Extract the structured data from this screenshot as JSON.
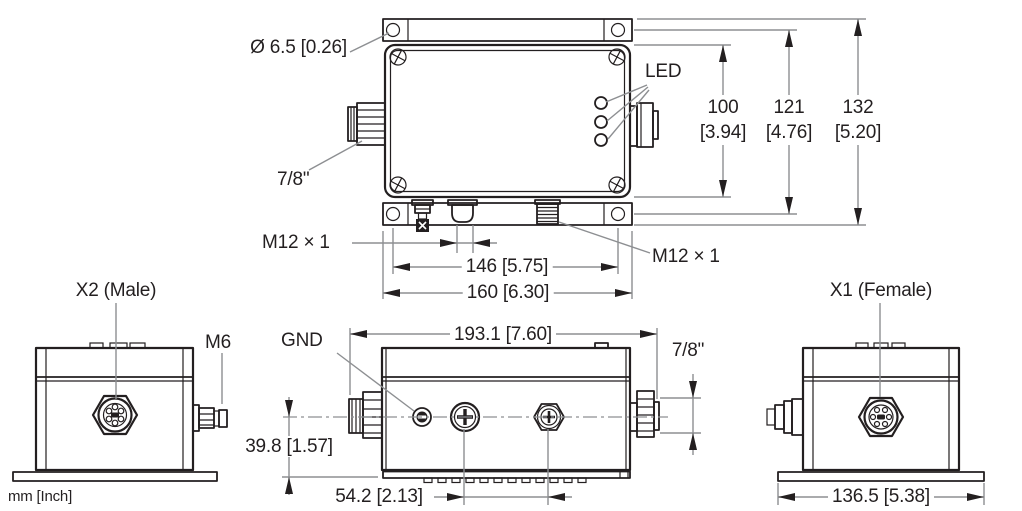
{
  "colors": {
    "object_line": "#231f20",
    "construction_line": "#8d8f92",
    "background": "#ffffff",
    "text": "#231f20"
  },
  "units_note": "mm [Inch]",
  "top_view": {
    "hole_diameter_label": "Ø 6.5 [0.26]",
    "led_label": "LED",
    "left_connector_label": "7/8\"",
    "bottom_left_connector_label": "M12 × 1",
    "bottom_right_connector_label": "M12 × 1",
    "dim_hole_spacing": "146 [5.75]",
    "dim_overall_width": "160 [6.30]",
    "dim_body_depth_mm": "100",
    "dim_body_depth_inch": "[3.94]",
    "dim_hole_spacing_v_mm": "121",
    "dim_hole_spacing_v_inch": "[4.76]",
    "dim_overall_depth_mm": "132",
    "dim_overall_depth_inch": "[5.20]"
  },
  "front_view": {
    "gnd_label": "GND",
    "dim_overall_width": "193.1 [7.60]",
    "right_connector_label": "7/8\"",
    "dim_centerline_height": "39.8 [1.57]",
    "dim_connector_spacing": "54.2 [2.13]"
  },
  "side_view_left": {
    "connector_label": "X2 (Male)",
    "ground_screw_label": "M6"
  },
  "side_view_right": {
    "connector_label": "X1 (Female)",
    "dim_base_width": "136.5 [5.38]"
  }
}
